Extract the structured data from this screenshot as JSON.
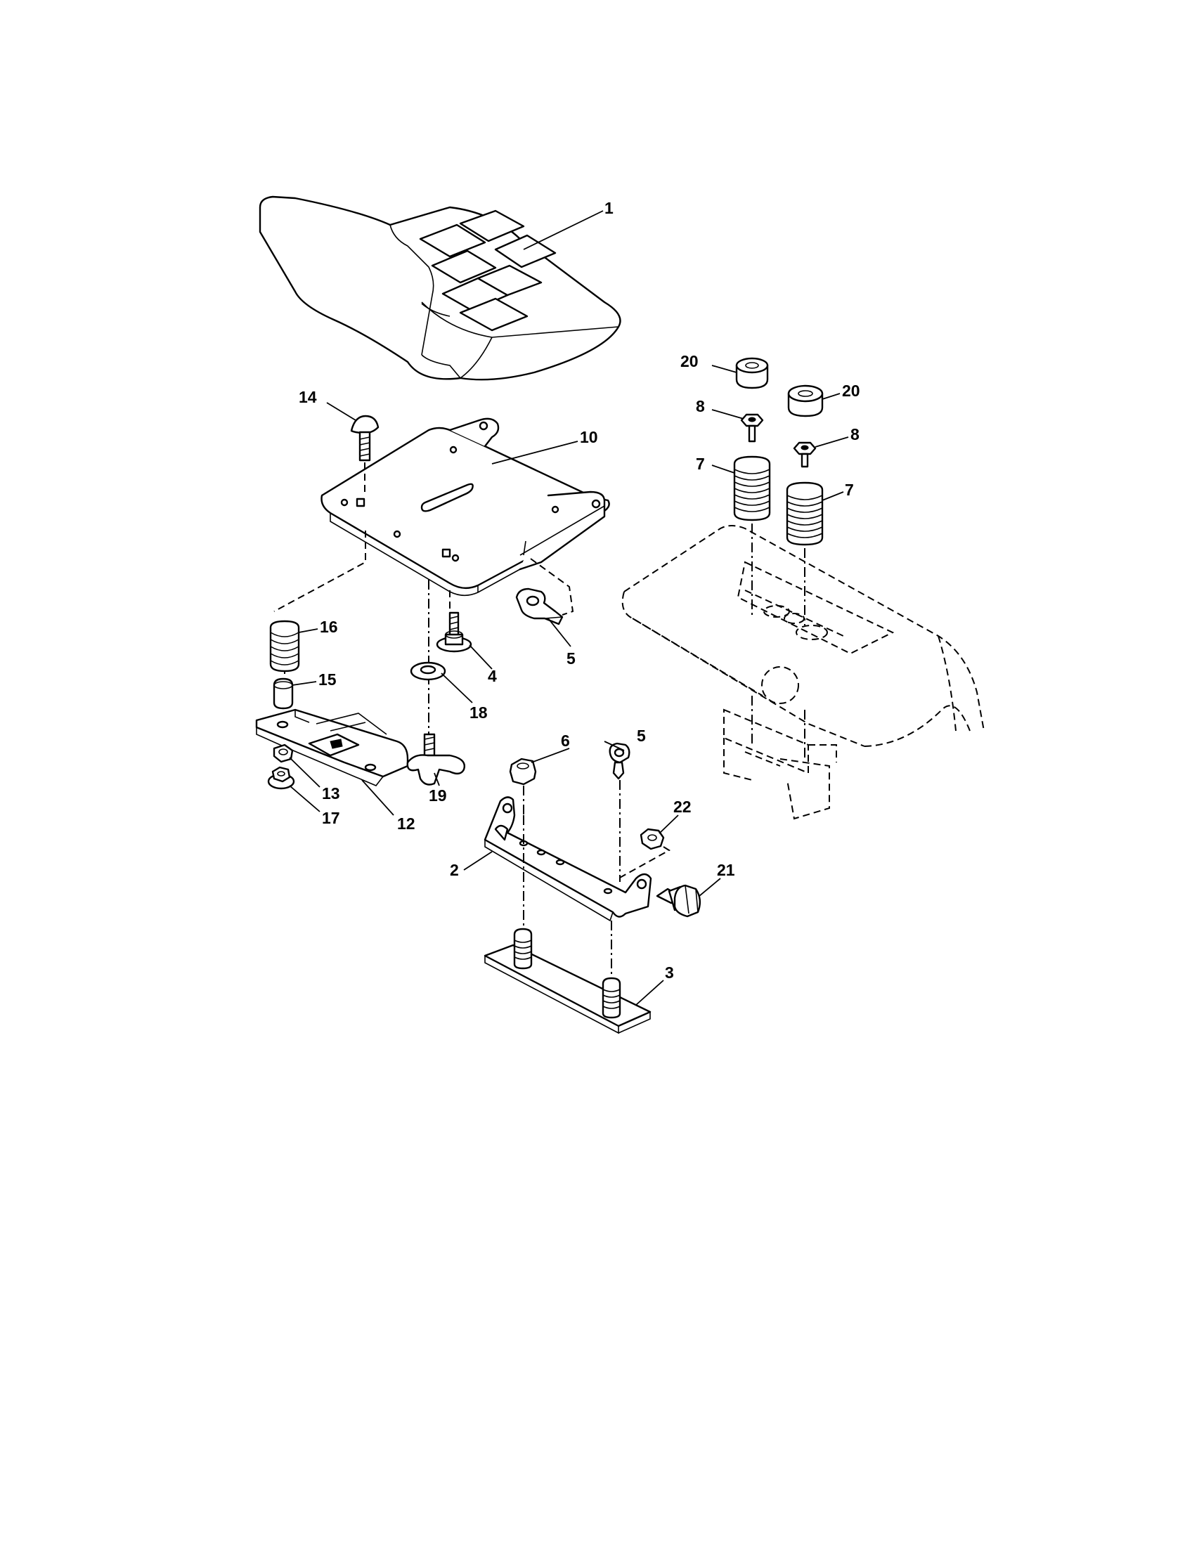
{
  "callouts": {
    "c1": "1",
    "c2": "2",
    "c3": "3",
    "c4": "4",
    "c5a": "5",
    "c5b": "5",
    "c6": "6",
    "c7a": "7",
    "c7b": "7",
    "c8a": "8",
    "c8b": "8",
    "c10": "10",
    "c12": "12",
    "c13": "13",
    "c14": "14",
    "c15": "15",
    "c16": "16",
    "c17": "17",
    "c18": "18",
    "c19": "19",
    "c20a": "20",
    "c20b": "20",
    "c21": "21",
    "c22": "22"
  }
}
